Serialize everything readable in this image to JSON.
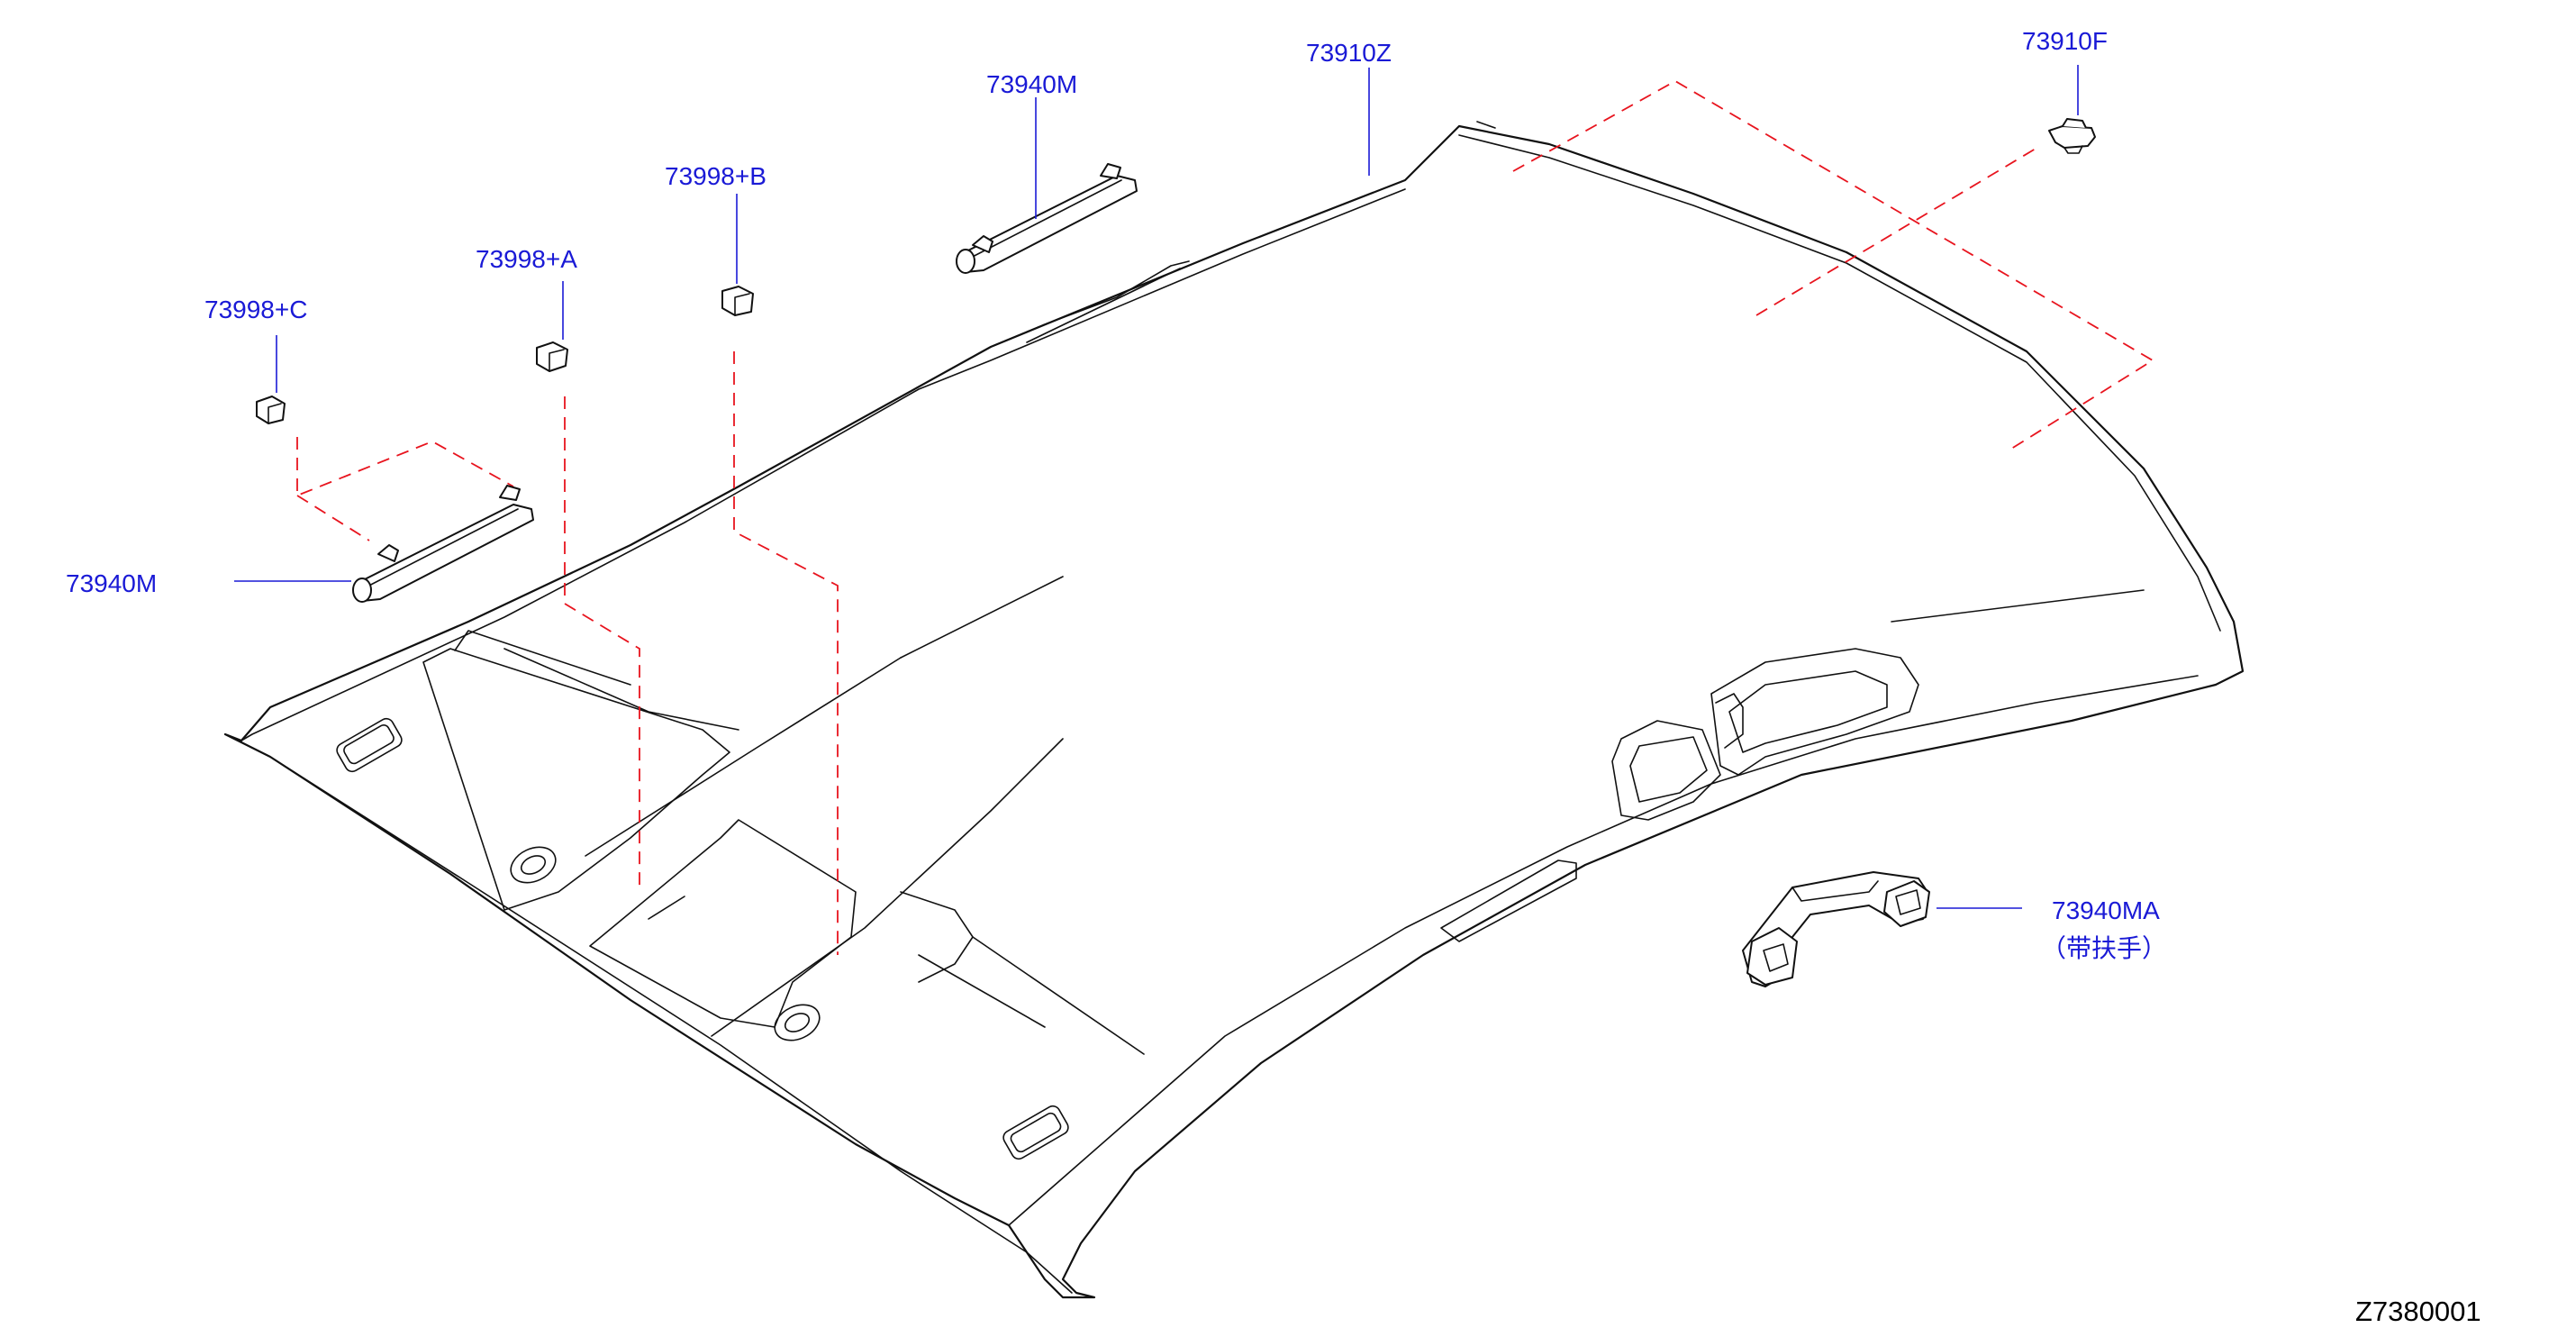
{
  "labels": {
    "headlining": "73910Z",
    "clip_f": "73910F",
    "sunvisor_right": "73940M",
    "sunvisor_left": "73940M",
    "holder_b": "73998+B",
    "holder_a": "73998+A",
    "holder_c": "73998+C",
    "assist_grip": "73940MA",
    "assist_grip_note": "（带扶手）"
  },
  "diagram_code": "Z7380001",
  "colors": {
    "label_text": "#1a1ad6",
    "leader_line": "#1a1ad6",
    "phantom_line": "#e8141e",
    "outline": "#111111"
  }
}
